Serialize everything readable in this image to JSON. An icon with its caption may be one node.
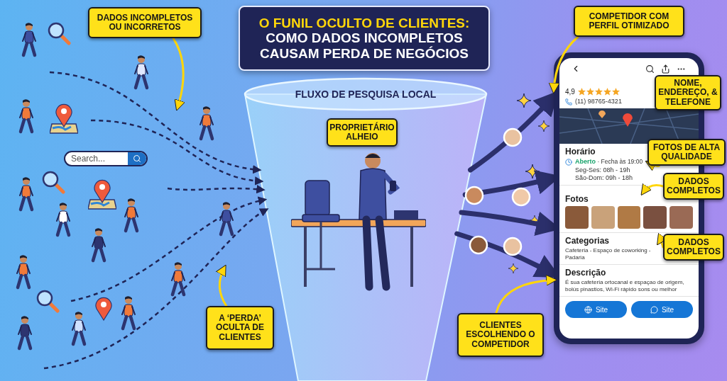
{
  "diagram": {
    "nodes": [
      {
        "text": [
          "O FUNIL OCULTO DE CLIENTES:",
          "COMO DADOS INCOMPLETOS CAUSAM PERDA DE NEGÓCIOS"
        ]
      },
      {
        "text": [
          "DADOS INCOMPLETOS OU INCORRETOS"
        ]
      },
      {
        "text": [
          "FLUXO DE PESQUISA LOCAL"
        ]
      },
      {
        "text": [
          "PROPRIETÁRIO ALHEIO"
        ],
        "in": 2
      },
      {
        "text": [
          "A ‘PERDA’ OCULTA DE CLIENTES"
        ]
      },
      {
        "text": [
          "COMPETIDOR COM PERFIL OTIMIZADO"
        ]
      },
      {
        "text": [],
        "shape": "box"
      },
      {
        "text": [
          "4,9",
          "(11) 98765-4321"
        ],
        "in": 6
      },
      {
        "text": [
          "NOME, ENDEREÇO, & TELEFONE"
        ]
      },
      {
        "text": [],
        "shape": "picture",
        "in": 6
      },
      {
        "text": [
          "Horário",
          "Aberto",
          "· Fecha às 19:00",
          "Seg-Ses: 08h - 19h",
          "São-Dom: 09h - 18h"
        ],
        "in": 6
      },
      {
        "text": [
          "FOTOS DE ALTA QUALIDADE"
        ]
      },
      {
        "text": [
          "Fotos"
        ],
        "in": 6
      },
      {
        "text": [
          "DADOS COMPLETOS"
        ]
      },
      {
        "text": [
          "Categorias",
          "Cafeteria - Espaço de coworking - Padaria"
        ],
        "in": 6
      },
      {
        "text": [
          "DADOS COMPLETOS"
        ]
      },
      {
        "text": [
          "Descrição",
          "É sua cafeteria ortocanal e espaçao de origem, bolús pinastios, Wi-Fi rápido sons ou melhor"
        ],
        "in": 6
      },
      {
        "text": [
          "Site"
        ],
        "in": 6
      },
      {
        "text": [
          "Site"
        ],
        "in": 6
      },
      {
        "text": [
          "CLIENTES ESCOLHENDO O COMPETIDOR"
        ]
      }
    ],
    "edges": [
      {
        "from": 1,
        "to": null,
        "arrow": "to",
        "color": "#ffd60a"
      },
      {
        "from": 4,
        "to": null,
        "arrow": "to",
        "color": "#ffd60a"
      },
      {
        "from": 5,
        "to": 6,
        "arrow": "to",
        "color": "#ffd60a"
      },
      {
        "from": 11,
        "to": 10,
        "arrow": "to",
        "color": "#ffd60a"
      },
      {
        "from": 13,
        "to": 12,
        "arrow": "to",
        "color": "#ffd60a"
      },
      {
        "from": 15,
        "to": 14,
        "arrow": "to",
        "color": "#ffd60a"
      },
      {
        "from": 19,
        "to": 6,
        "arrow": "to",
        "color": "#ffd60a"
      },
      {
        "from": null,
        "to": 2,
        "arrow": "to",
        "style": "dashed",
        "color": "#1f2456"
      },
      {
        "from": null,
        "to": 2,
        "arrow": "to",
        "style": "dashed",
        "color": "#1f2456"
      },
      {
        "from": null,
        "to": 2,
        "arrow": "to",
        "style": "dashed",
        "color": "#1f2456"
      },
      {
        "from": null,
        "to": 2,
        "arrow": "to",
        "style": "dashed",
        "color": "#1f2456"
      },
      {
        "from": null,
        "to": 2,
        "arrow": "to",
        "style": "dashed",
        "color": "#1f2456"
      },
      {
        "from": 2,
        "to": 6,
        "arrow": "to",
        "style": "thick",
        "color": "#2b2f6b"
      },
      {
        "from": 2,
        "to": 6,
        "arrow": "to",
        "style": "thick",
        "color": "#2b2f6b"
      },
      {
        "from": 2,
        "to": 6,
        "arrow": "to",
        "style": "thick",
        "color": "#2b2f6b"
      },
      {
        "from": 2,
        "to": 6,
        "arrow": "to",
        "style": "thick",
        "color": "#2b2f6b"
      }
    ],
    "labels": [
      "Search..."
    ]
  }
}
